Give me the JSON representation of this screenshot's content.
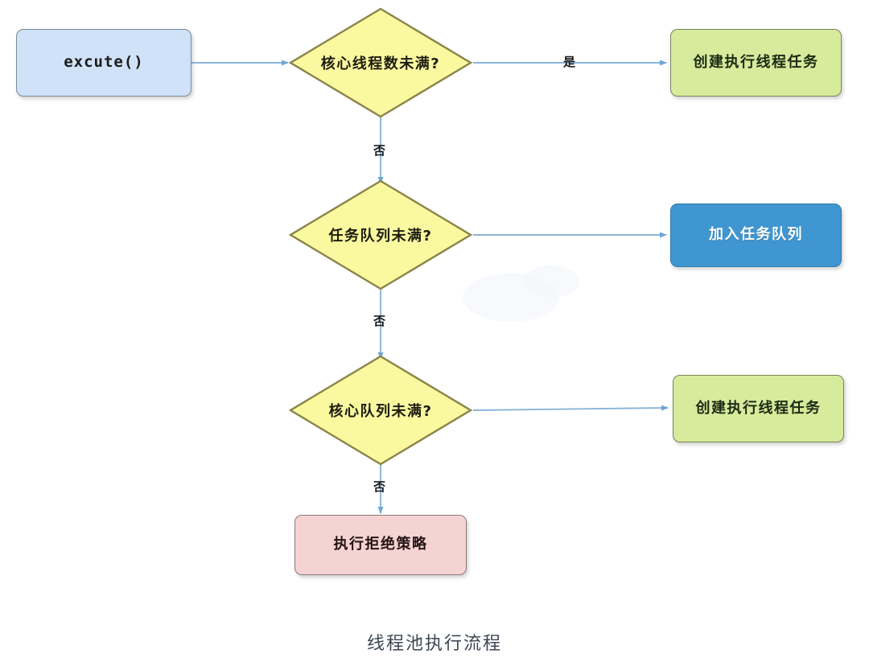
{
  "diagram": {
    "caption": "线程池执行流程",
    "colors": {
      "start_fill": "#cfe2f7",
      "decision_fill": "#fbf9a0",
      "decision_stroke": "#8a8449",
      "green_fill": "#d7eb9c",
      "blue_fill": "#3f96d0",
      "pink_fill": "#f6d3d3",
      "edge_stroke": "#8ab4d8",
      "caption_color": "#3c4652"
    },
    "nodes": {
      "start": {
        "label": "excute()",
        "shape": "rounded-rect",
        "type": "start"
      },
      "decision1": {
        "label": "核心线程数未满?",
        "shape": "diamond",
        "type": "decision"
      },
      "action1": {
        "label": "创建执行线程任务",
        "shape": "rounded-rect",
        "type": "process"
      },
      "decision2": {
        "label": "任务队列未满?",
        "shape": "diamond",
        "type": "decision"
      },
      "action2": {
        "label": "加入任务队列",
        "shape": "rounded-rect",
        "type": "process"
      },
      "decision3": {
        "label": "核心队列未满?",
        "shape": "diamond",
        "type": "decision"
      },
      "action3": {
        "label": "创建执行线程任务",
        "shape": "rounded-rect",
        "type": "process"
      },
      "action4": {
        "label": "执行拒绝策略",
        "shape": "rounded-rect",
        "type": "terminal"
      }
    },
    "edges": [
      {
        "from": "start",
        "to": "decision1",
        "label": ""
      },
      {
        "from": "decision1",
        "to": "action1",
        "label": "是"
      },
      {
        "from": "decision1",
        "to": "decision2",
        "label": "否"
      },
      {
        "from": "decision2",
        "to": "action2",
        "label": ""
      },
      {
        "from": "decision2",
        "to": "decision3",
        "label": "否"
      },
      {
        "from": "decision3",
        "to": "action3",
        "label": ""
      },
      {
        "from": "decision3",
        "to": "action4",
        "label": "否"
      }
    ],
    "edge_labels": {
      "yes_1": "是",
      "no_1": "否",
      "no_2": "否",
      "no_3": "否"
    }
  }
}
